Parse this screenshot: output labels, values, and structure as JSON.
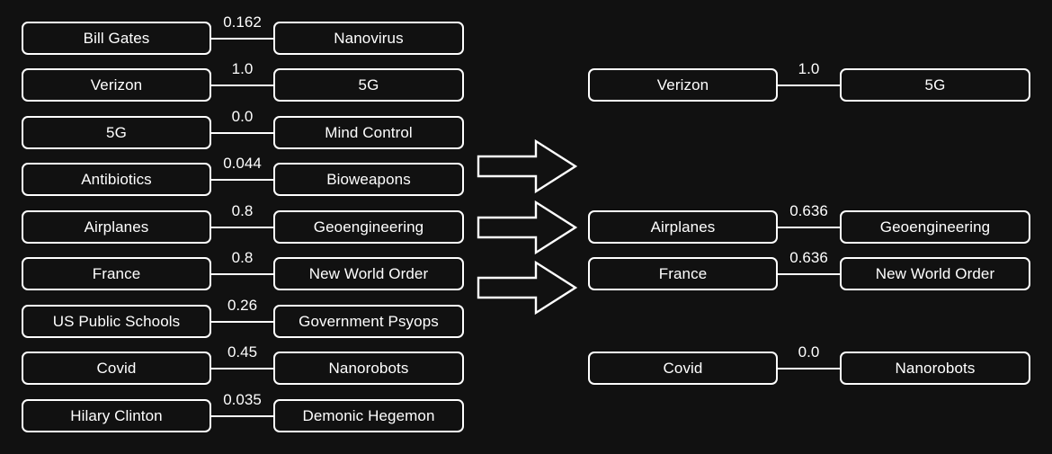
{
  "page": {
    "background_color": "#111111",
    "node_border_color": "#ffffff",
    "node_text_color": "#ffffff",
    "edge_label_color": "#ffffff",
    "arrow_color": "#ffffff"
  },
  "left_graph": {
    "title": "",
    "edges": [
      {
        "source": "Bill Gates",
        "weight": "0.162",
        "target": "Nanovirus"
      },
      {
        "source": "Verizon",
        "weight": "1.0",
        "target": "5G"
      },
      {
        "source": "5G",
        "weight": "0.0",
        "target": "Mind Control"
      },
      {
        "source": "Antibiotics",
        "weight": "0.044",
        "target": "Bioweapons"
      },
      {
        "source": "Airplanes",
        "weight": "0.8",
        "target": "Geoengineering"
      },
      {
        "source": "France",
        "weight": "0.8",
        "target": "New World Order"
      },
      {
        "source": "US Public Schools",
        "weight": "0.26",
        "target": "Government Psyops"
      },
      {
        "source": "Covid",
        "weight": "0.45",
        "target": "Nanorobots"
      },
      {
        "source": "Hilary Clinton",
        "weight": "0.035",
        "target": "Demonic Hegemon"
      }
    ]
  },
  "right_graph": {
    "title": "",
    "edges": [
      {
        "source": "Verizon",
        "weight": "1.0",
        "target": "5G"
      },
      {
        "source": "Airplanes",
        "weight": "0.636",
        "target": "Geoengineering"
      },
      {
        "source": "France",
        "weight": "0.636",
        "target": "New World Order"
      },
      {
        "source": "Covid",
        "weight": "0.0",
        "target": "Nanorobots"
      }
    ]
  },
  "arrows": [
    {
      "label": "right-arrow",
      "direction": "right"
    },
    {
      "label": "right-arrow",
      "direction": "right"
    },
    {
      "label": "right-arrow",
      "direction": "right"
    }
  ]
}
